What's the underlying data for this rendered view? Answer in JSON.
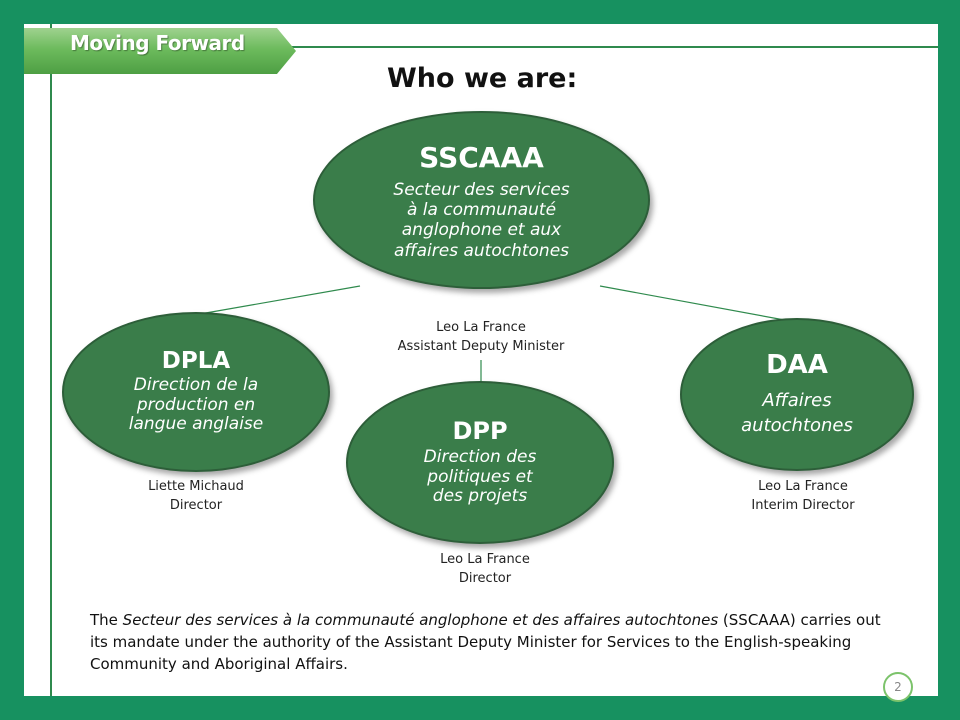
{
  "banner": {
    "text": "Moving Forward"
  },
  "title": "Who we are:",
  "nodes": {
    "sscaaa": {
      "name": "SSCAAA",
      "desc": [
        "Secteur des services",
        "à la communauté",
        "anglophone et aux",
        "affaires autochtones"
      ],
      "person": "Leo La France",
      "role": "Assistant Deputy Minister"
    },
    "dpla": {
      "name": "DPLA",
      "desc": [
        "Direction de la",
        "production en",
        "langue anglaise"
      ],
      "person": "Liette Michaud",
      "role": "Director"
    },
    "dpp": {
      "name": "DPP",
      "desc": [
        "Direction des",
        "politiques et",
        "des projets"
      ],
      "person": "Leo La France",
      "role": "Director"
    },
    "daa": {
      "name": "DAA",
      "desc": [
        "Affaires",
        "autochtones"
      ],
      "person": "Leo La France",
      "role": "Interim Director"
    }
  },
  "description": {
    "p1": "The ",
    "p2": "Secteur des services à la communauté anglophone et des affaires autochtones",
    "p3": " (SSCAAA) carries out its mandate under the authority of the Assistant Deputy Minister for Services to the English-speaking Community and Aboriginal Affairs."
  },
  "page_number": "2",
  "colors": {
    "background": "#179160",
    "node_fill": "#3a7d4a",
    "line": "#2f8a4d"
  }
}
